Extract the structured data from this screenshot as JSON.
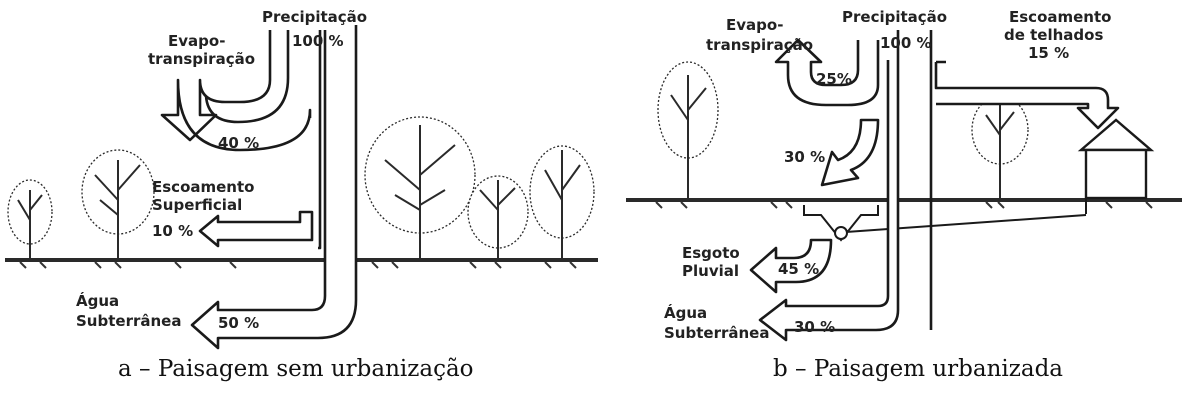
{
  "panel_a": {
    "precipitation_label": "Precipitação",
    "precipitation_value": "100 %",
    "evapo_label_1": "Evapo-",
    "evapo_label_2": "transpiração",
    "evapo_value": "40 %",
    "runoff_label_1": "Escoamento",
    "runoff_label_2": "Superficial",
    "runoff_value": "10 %",
    "ground_label_1": "Água",
    "ground_label_2": "Subterrânea",
    "ground_value": "50 %",
    "caption": "a – Paisagem sem urbanização"
  },
  "panel_b": {
    "evapo_label_1": "Evapo-",
    "evapo_label_2": "transpiração",
    "evapo_value": "25%",
    "precipitation_label": "Precipitação",
    "precipitation_value": "100 %",
    "roof_label_1": "Escoamento",
    "roof_label_2": "de telhados",
    "roof_value": "15 %",
    "infil_value": "30 %",
    "sewer_label_1": "Esgoto",
    "sewer_label_2": "Pluvial",
    "sewer_value": "45 %",
    "ground_label_1": "Água",
    "ground_label_2": "Subterrânea",
    "ground_value": "30 %",
    "caption": "b – Paisagem urbanizada"
  }
}
